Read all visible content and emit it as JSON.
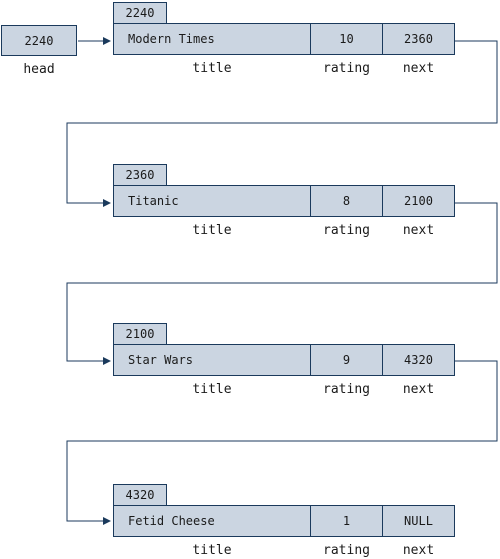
{
  "head": {
    "value": "2240",
    "label": "head"
  },
  "field_labels": {
    "title": "title",
    "rating": "rating",
    "next": "next"
  },
  "nodes": [
    {
      "address": "2240",
      "title": "Modern Times",
      "rating": "10",
      "next": "2360"
    },
    {
      "address": "2360",
      "title": "Titanic",
      "rating": "8",
      "next": "2100"
    },
    {
      "address": "2100",
      "title": "Star Wars",
      "rating": "9",
      "next": "4320"
    },
    {
      "address": "4320",
      "title": "Fetid Cheese",
      "rating": "1",
      "next": "NULL"
    }
  ],
  "colors": {
    "cell_fill": "#cbd5e1",
    "line": "#1b3a5c"
  }
}
